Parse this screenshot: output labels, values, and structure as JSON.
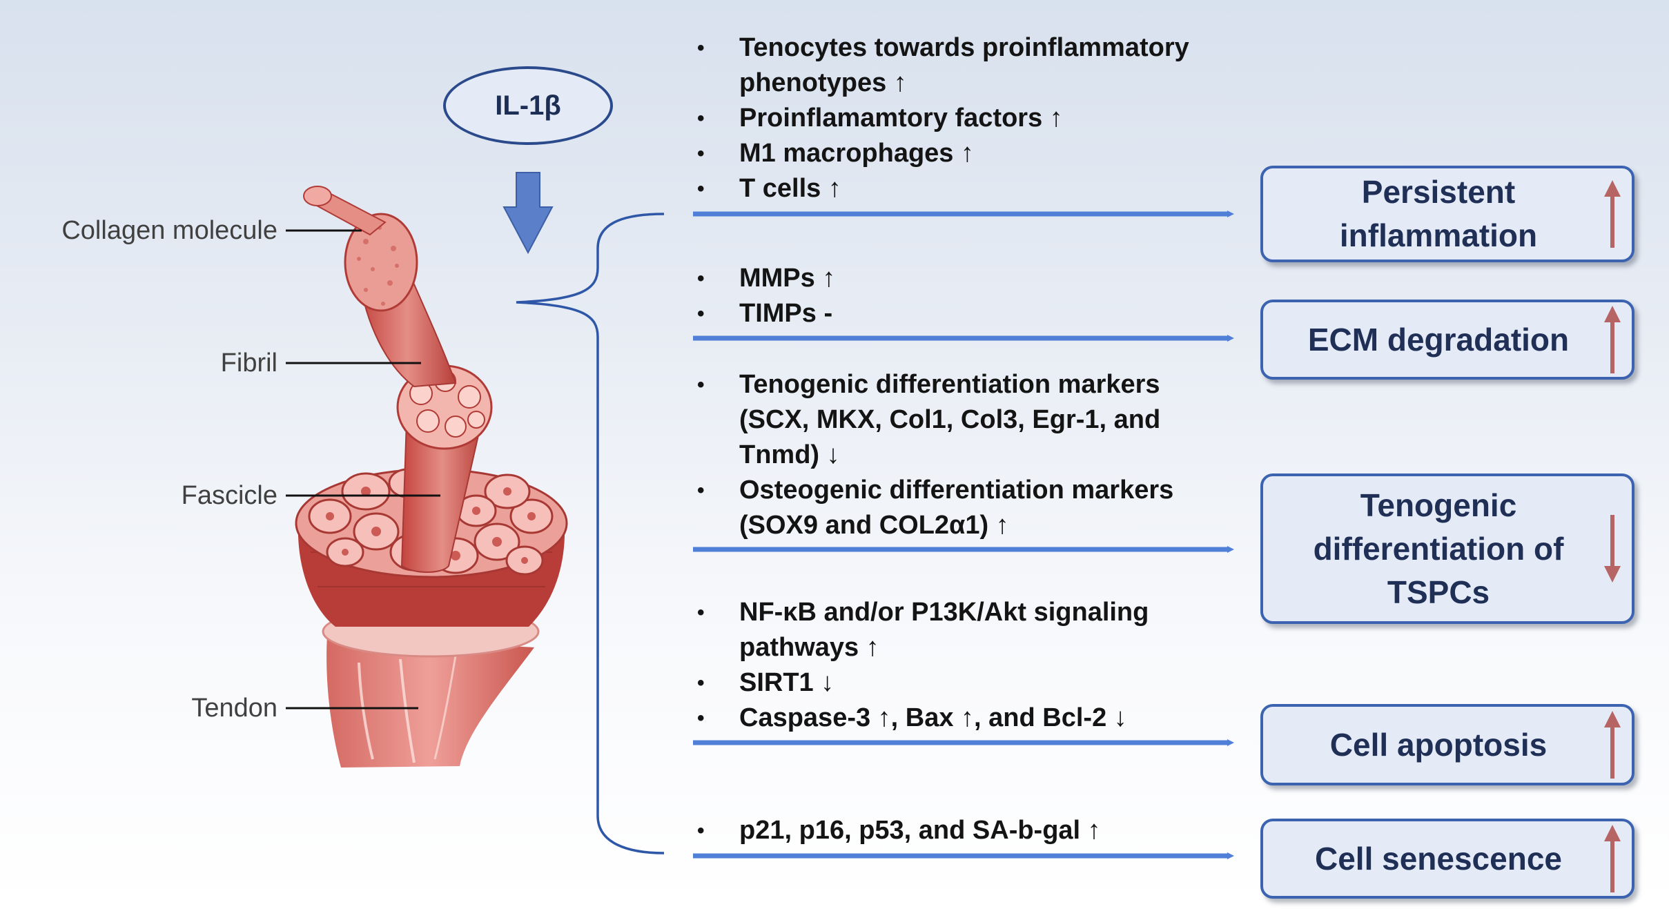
{
  "center_label": "IL-1β",
  "tissue_labels": [
    "Collagen molecule",
    "Fibril",
    "Fascicle",
    "Tendon"
  ],
  "bullet_groups": [
    {
      "items": [
        "Tenocytes towards proinflammatory phenotypes ↑",
        "Proinflamamtory factors ↑",
        "M1 macrophages ↑",
        "T cells ↑"
      ]
    },
    {
      "items": [
        "MMPs ↑",
        "TIMPs -"
      ]
    },
    {
      "items": [
        "Tenogenic differentiation markers (SCX, MKX, Col1, Col3, Egr-1, and Tnmd) ↓",
        "Osteogenic differentiation markers (SOX9 and COL2α1) ↑"
      ]
    },
    {
      "items": [
        "NF-κB and/or P13K/Akt signaling pathways ↑",
        "SIRT1 ↓",
        "Caspase-3 ↑, Bax ↑, and  Bcl-2 ↓"
      ]
    },
    {
      "items": [
        "p21, p16, p53, and SA-b-gal ↑"
      ]
    }
  ],
  "outcomes": [
    {
      "label": "Persistent inflammation",
      "direction": "up"
    },
    {
      "label": "ECM degradation",
      "direction": "up"
    },
    {
      "label": "Tenogenic differentiation of TSPCs",
      "direction": "down"
    },
    {
      "label": "Cell apoptosis",
      "direction": "up"
    },
    {
      "label": "Cell senescence",
      "direction": "up"
    }
  ],
  "colors": {
    "connector_arrow": "#4f7fd6",
    "box_border": "#3b63b0",
    "box_fill": "#e4ebf6",
    "outcome_arrow": "#b76464",
    "down_arrow": "#5b7fc9",
    "tendon_red": "#c84a4a",
    "tendon_pink": "#e6958f"
  }
}
